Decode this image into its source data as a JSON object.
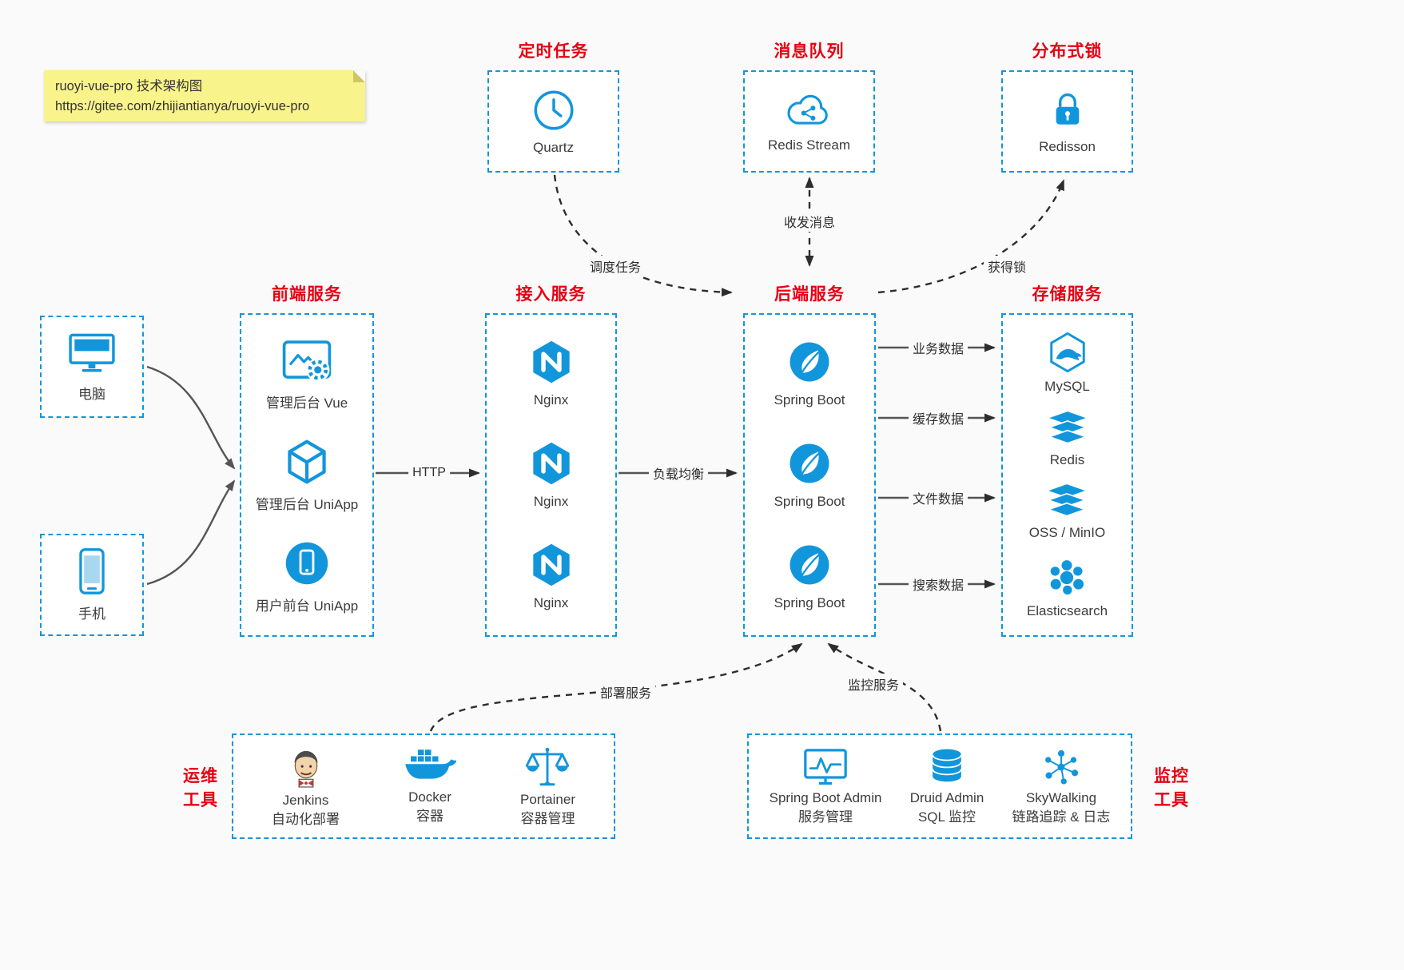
{
  "note": {
    "line1": "ruoyi-vue-pro 技术架构图",
    "line2": "https://gitee.com/zhijiantianya/ruoyi-vue-pro"
  },
  "top": {
    "scheduler": {
      "title": "定时任务",
      "item": "Quartz"
    },
    "mq": {
      "title": "消息队列",
      "item": "Redis Stream"
    },
    "lock": {
      "title": "分布式锁",
      "item": "Redisson"
    }
  },
  "clients": {
    "pc": "电脑",
    "mobile": "手机"
  },
  "columns": {
    "frontend": {
      "title": "前端服务",
      "items": [
        "管理后台 Vue",
        "管理后台 UniApp",
        "用户前台 UniApp"
      ]
    },
    "gateway": {
      "title": "接入服务",
      "items": [
        "Nginx",
        "Nginx",
        "Nginx"
      ]
    },
    "backend": {
      "title": "后端服务",
      "items": [
        "Spring Boot",
        "Spring Boot",
        "Spring Boot"
      ]
    },
    "storage": {
      "title": "存储服务",
      "items": [
        "MySQL",
        "Redis",
        "OSS / MinIO",
        "Elasticsearch"
      ]
    }
  },
  "edges": {
    "schedule": "调度任务",
    "messages": "收发消息",
    "acquire_lock": "获得锁",
    "http": "HTTP",
    "load_balance": "负载均衡",
    "business_data": "业务数据",
    "cache_data": "缓存数据",
    "file_data": "文件数据",
    "search_data": "搜索数据",
    "deploy": "部署服务",
    "monitor": "监控服务"
  },
  "ops": {
    "label_line1": "运维",
    "label_line2": "工具",
    "items": [
      {
        "name": "Jenkins",
        "desc": "自动化部署"
      },
      {
        "name": "Docker",
        "desc": "容器"
      },
      {
        "name": "Portainer",
        "desc": "容器管理"
      }
    ]
  },
  "monitoring": {
    "label_line1": "监控",
    "label_line2": "工具",
    "items": [
      {
        "name": "Spring Boot Admin",
        "desc": "服务管理"
      },
      {
        "name": "Druid Admin",
        "desc": "SQL 监控"
      },
      {
        "name": "SkyWalking",
        "desc": "链路追踪 & 日志"
      }
    ]
  },
  "colors": {
    "accent": "#1296db",
    "title_red": "#e60012",
    "note_bg": "#f9f38b"
  }
}
